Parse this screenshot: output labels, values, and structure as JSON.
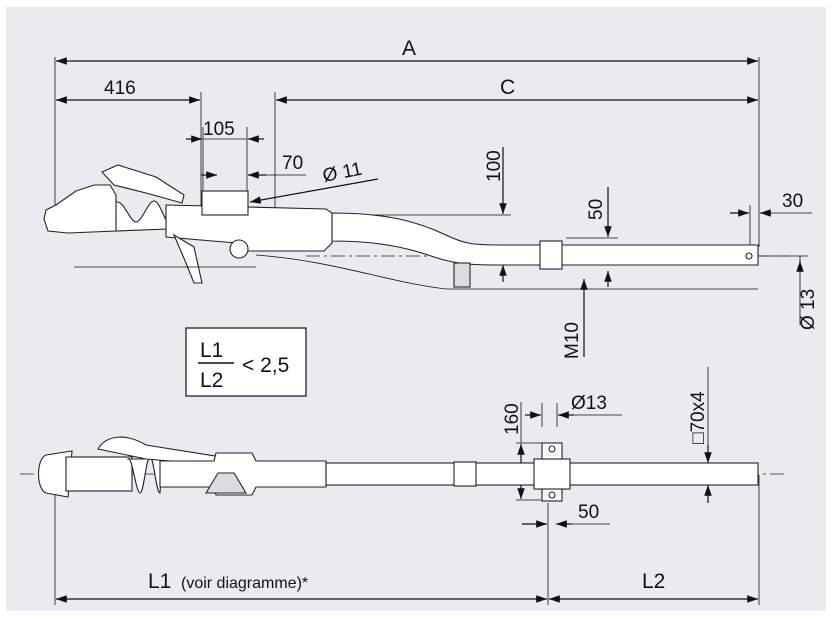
{
  "colors": {
    "background": "#e8ecf0",
    "line": "#111111",
    "part_fill": "#d9dce0"
  },
  "dims": {
    "A": "A",
    "d416": "416",
    "C": "C",
    "d105": "105",
    "d70": "70",
    "dia11": "Ø 11",
    "d100": "100",
    "d50_side": "50",
    "d30": "30",
    "dia13_side": "Ø 13",
    "m10": "M10",
    "d160": "160",
    "dia13_bottom": "Ø13",
    "tube": "□70x4",
    "d50_bottom": "50",
    "L1": "L1",
    "L1_note": "(voir diagramme)*",
    "L2": "L2"
  },
  "ratio": {
    "num": "L1",
    "den": "L2",
    "rel": "< 2,5"
  }
}
